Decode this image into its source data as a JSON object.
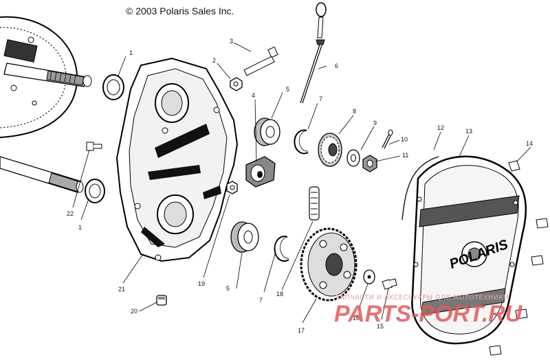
{
  "copyright": "© 2003 Polaris Sales Inc.",
  "watermark": {
    "line1": "ЗАПЧАСТИ И АКСЕССУАРЫ ДЛЯ МОТОТЕХНИКИ",
    "line2": "PARTS-PORT.RU",
    "color": "#e25a5a"
  },
  "cover_logo": "POLARIS",
  "callouts": {
    "c1a": "1",
    "c1b": "1",
    "c2": "2",
    "c3": "3",
    "c4": "4",
    "c5a": "5",
    "c5b": "5",
    "c6": "6",
    "c7a": "7",
    "c7b": "7",
    "c8": "8",
    "c9": "9",
    "c10": "10",
    "c11": "11",
    "c12": "12",
    "c13": "13",
    "c14": "14",
    "c15": "15",
    "c16": "16",
    "c17": "17",
    "c18": "18",
    "c19": "19",
    "c20": "20",
    "c21": "21",
    "c22": "22"
  }
}
